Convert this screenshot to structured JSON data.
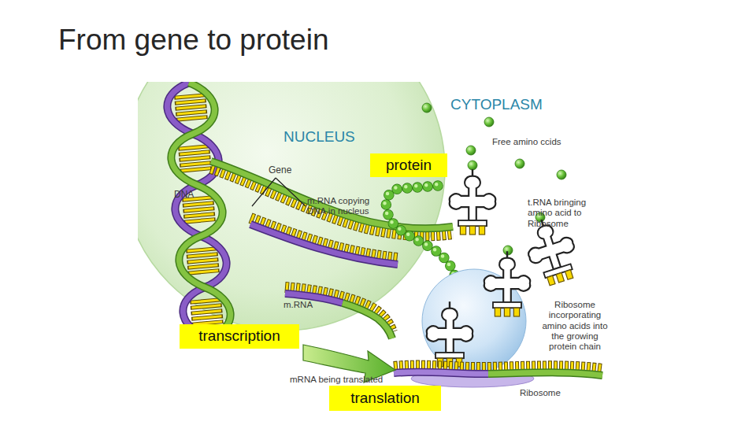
{
  "diagram": {
    "title": "From gene to protein",
    "nodes": [
      {
        "text": [
          "protein"
        ]
      },
      {
        "text": [
          "transcription"
        ]
      },
      {
        "text": [
          "translation"
        ]
      }
    ],
    "labels": [
      "NUCLEUS",
      "CYTOPLASM",
      "Free amino ccids",
      "Gene",
      "DNA",
      "m.RNA copying DNA in nucleus",
      "m.RNA",
      "t.RNA bringing amino acid to Ribosome",
      "Ribosome incorporating amino acids into the growing protein chain",
      "mRNA being translated",
      "Ribosome"
    ]
  }
}
